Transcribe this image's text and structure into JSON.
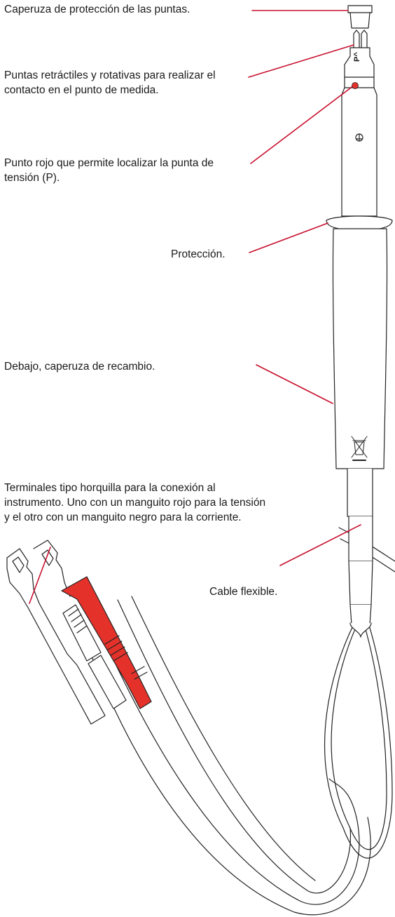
{
  "labels": {
    "tip_cap": "Caperuza de protección de las puntas.",
    "tips": "Puntas retráctiles y rotativas para realizar el contacto en el punto de medida.",
    "red_dot": "Punto rojo que permite localizar la punta de tensión (P).",
    "guard": "Protección.",
    "spare_cap": "Debajo, caperuza de recambio.",
    "terminals": "Terminales tipo horquilla para la conexión al instrumento. Uno con un manguito rojo para la tensión y el otro con un manguito negro para la corriente.",
    "cable": "Cable flexible."
  },
  "probe_marking": "P^",
  "colors": {
    "leader": "#c8102e",
    "red_dot": "#e4322b",
    "red_sleeve": "#e4322b",
    "outline": "#222222"
  },
  "icons": [
    "ground-symbol-icon",
    "weee-bin-icon"
  ]
}
